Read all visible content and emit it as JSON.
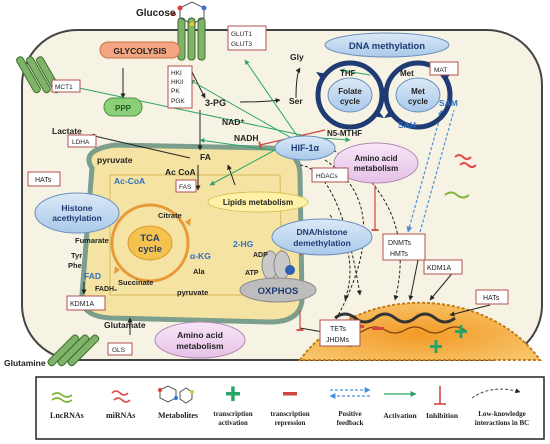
{
  "labels": {
    "glucose": "Glucose",
    "glut1": "GLUT1",
    "glut3": "GLUT3",
    "glycolysis": "GLYCOLYSIS",
    "ppp": "PPP",
    "mct1": "MCT1",
    "lactate": "Lactate",
    "ldha": "LDHA",
    "pyruvate": "pyruvate",
    "hk1": "HKI",
    "hk2": "HKII",
    "pk": "PK",
    "pgk": "PGK",
    "three_pg": "3-PG",
    "nad_plus": "NAD⁺",
    "nadh": "NADH",
    "gly": "Gly",
    "ser": "Ser",
    "dna_methylation": "DNA methylation",
    "thf": "THF",
    "folate_cycle_1": "Folate",
    "folate_cycle_2": "cycle",
    "n5_mthf": "N5-MTHF",
    "met": "Met",
    "met_cycle_1": "Met",
    "met_cycle_2": "cycle",
    "mat": "MAT",
    "sam": "SAM",
    "sah": "SAH",
    "hif": "HIF-1α",
    "hats_left": "HATs",
    "ac_coa_left": "Ac-CoA",
    "ac_coa": "Ac CoA",
    "fa": "FA",
    "fas": "FAS",
    "hdacs": "HDACs",
    "lipids": "Lipids metabolism",
    "amino_top_1": "Amino acid",
    "amino_top_2": "metabolism",
    "histone_acetylation_1": "Histone",
    "histone_acetylation_2": "acethylation",
    "citrate": "Citrate",
    "fumarate": "Fumarate",
    "tyr": "Tyr",
    "phe": "Phe",
    "tca_1": "TCA",
    "tca_2": "cycle",
    "akg": "α-KG",
    "two_hg": "2-HG",
    "dna_demethylation_1": "DNA/histone",
    "dna_demethylation_2": "demethylation",
    "fad": "FAD",
    "fadh2": "FADH₂",
    "succinate": "Succinate",
    "ala": "Ala",
    "pyruvate_mito": "pyruvate",
    "adp": "ADP",
    "atp": "ATP",
    "oxphos": "OXPHOS",
    "kdm1a_left": "KDM1A",
    "kdm1a_right": "KDM1A",
    "dnmts": "DNMTs",
    "hmts": "HMTs",
    "hats_right": "HATs",
    "tets": "TETs",
    "jhdms": "JHDMs",
    "glutamate": "Glutamate",
    "gls": "GLS",
    "amino_bottom_1": "Amino acid",
    "amino_bottom_2": "metabolism",
    "glutamine": "Glutamine"
  },
  "legend": {
    "lncrnas": "LncRNAs",
    "mirnas": "miRNAs",
    "metabolites": "Metabolites",
    "tx_activation_1": "transcription",
    "tx_activation_2": "activation",
    "tx_repression_1": "transcription",
    "tx_repression_2": "repression",
    "positive_1": "Positive",
    "positive_2": "feedback",
    "activation": "Activation",
    "inhibition": "Inhibition",
    "low_knowledge_1": "Low-knowledge",
    "low_knowledge_2": "interactions in BC"
  },
  "colors": {
    "cell_fill": "#f7f3e4",
    "cell_stroke": "#444444",
    "activation": "#2aa56a",
    "inhibition": "#d0473e",
    "positive_feedback": "#4a8fd6",
    "blue_oval": "#bdd7ee",
    "pink_oval": "#f0d6f0",
    "yellow_oval": "#fff2a8",
    "glycolysis": "#f4a582",
    "ppp": "#8ccf79",
    "mito": "#f5e3a3",
    "nucleus": "#f7a531"
  }
}
